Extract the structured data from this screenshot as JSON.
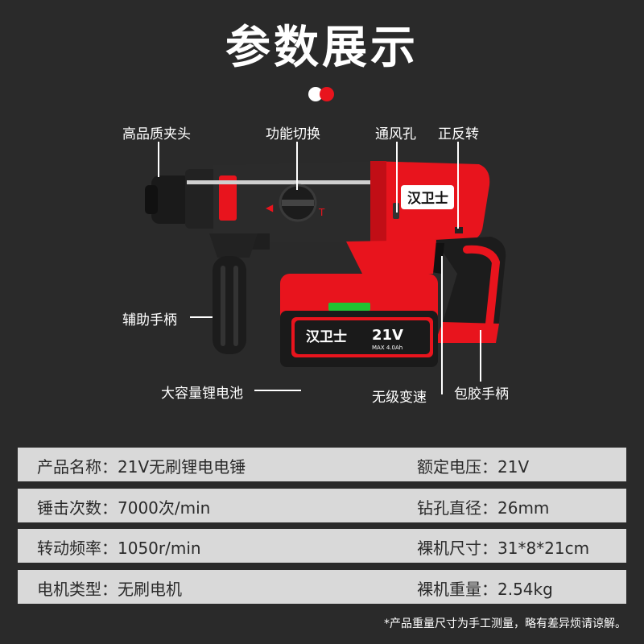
{
  "title": "参数展示",
  "colors": {
    "background": "#2a2a2a",
    "accent_red": "#e8141d",
    "row_bg": "#d9d9d9"
  },
  "callouts": {
    "chuck": "高品质夹头",
    "function_switch": "功能切换",
    "vent": "通风孔",
    "forward_reverse": "正反转",
    "aux_handle": "辅助手柄",
    "battery": "大容量锂电池",
    "variable_speed": "无级变速",
    "rubber_grip": "包胶手柄"
  },
  "product": {
    "brand_logo": "汉卫士",
    "battery_voltage": "21V",
    "battery_capacity": "MAX 4.0Ah"
  },
  "specs": [
    {
      "left": "产品名称：21V无刷锂电电锤",
      "right": "额定电压：21V"
    },
    {
      "left": "锤击次数：7000次/min",
      "right": "钻孔直径：26mm"
    },
    {
      "left": "转动频率：1050r/min",
      "right": "裸机尺寸：31*8*21cm"
    },
    {
      "left": "电机类型：无刷电机",
      "right": "裸机重量：2.54kg"
    }
  ],
  "footnote": "*产品重量尺寸为手工测量，略有差异烦请谅解。"
}
